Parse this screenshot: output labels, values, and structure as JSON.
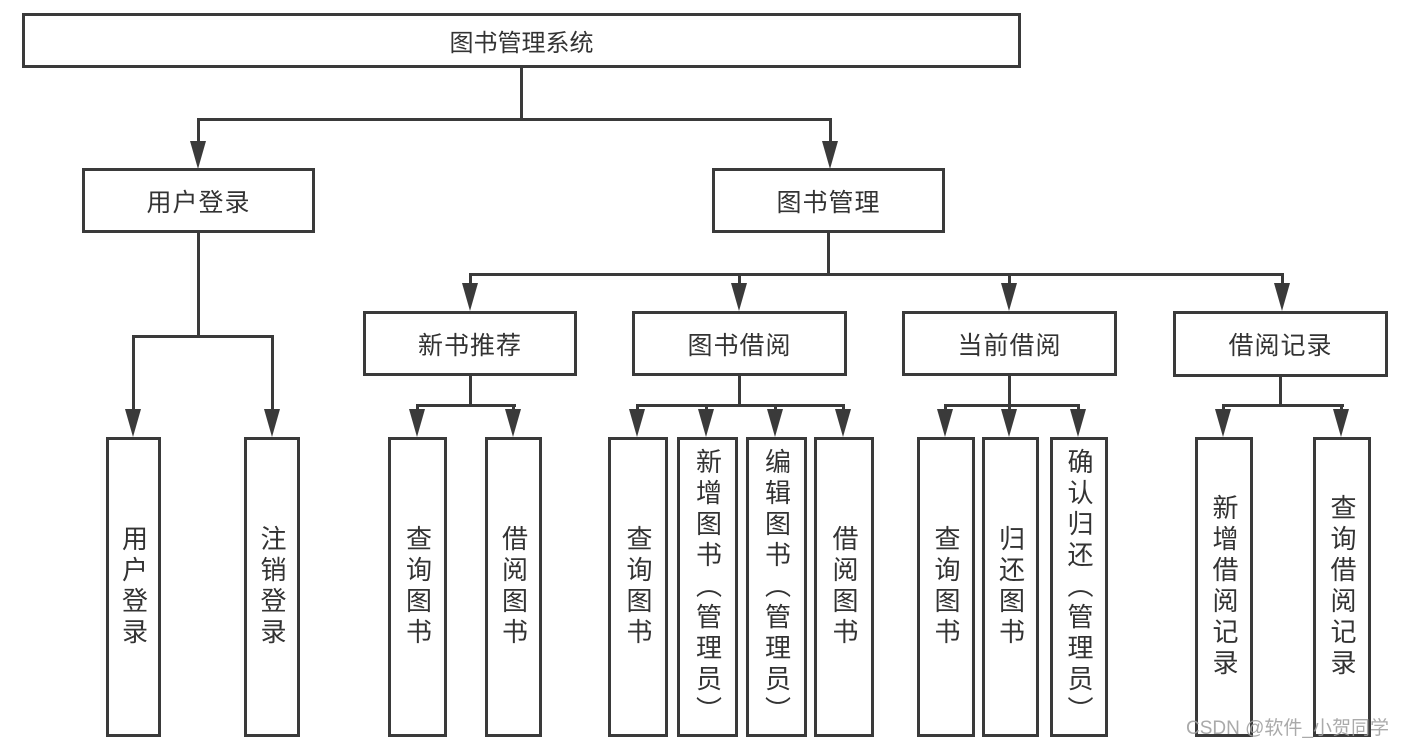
{
  "diagram": {
    "root": "图书管理系统",
    "branches": [
      {
        "label": "用户登录",
        "children": [
          "用户登录",
          "注销登录"
        ]
      },
      {
        "label": "图书管理",
        "modules": [
          {
            "label": "新书推荐",
            "children": [
              "查询图书",
              "借阅图书"
            ]
          },
          {
            "label": "图书借阅",
            "children": [
              "查询图书",
              "新增图书（管理员）",
              "编辑图书（管理员）",
              "借阅图书"
            ]
          },
          {
            "label": "当前借阅",
            "children": [
              "查询图书",
              "归还图书",
              "确认归还（管理员）"
            ]
          },
          {
            "label": "借阅记录",
            "children": [
              "新增借阅记录",
              "查询借阅记录"
            ]
          }
        ]
      }
    ]
  },
  "watermark": {
    "text": "CSDN @软件_小贺同学"
  },
  "colors": {
    "line": "#3a3a3a",
    "text": "#333333",
    "background": "#ffffff",
    "watermark": "#9e9e9e"
  }
}
